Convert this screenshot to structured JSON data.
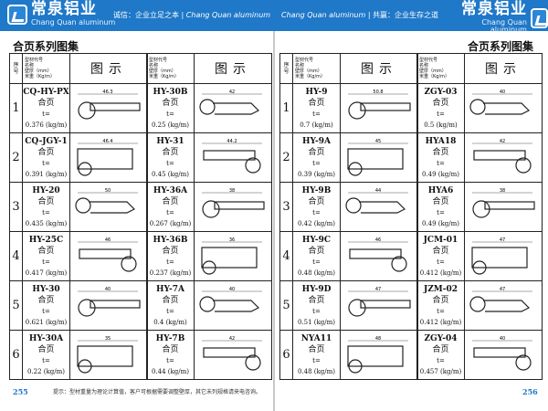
{
  "header": {
    "logo_cn": "常泉铝业",
    "logo_en": "Chang Quan aluminum",
    "slogan_left_cn": "诚信：企业立足之本",
    "slogan_left_en": "Chang Quan aluminum",
    "slogan_right_en": "Chang Quan aluminum",
    "slogan_right_cn": "共赢：企业生存之道"
  },
  "section_title": "合页系列图集",
  "columns": {
    "seq": "序号",
    "meta": [
      "型材代号",
      "名称",
      "壁厚（mm）",
      "米重（Kg/m）"
    ],
    "picture": "图示"
  },
  "weight_prefix": "t=",
  "pages": {
    "left_number": "255",
    "right_number": "256",
    "note": "提示：型材重量为理论计算值，客户可根据需要调整壁厚，其它未列规格请来电咨询。"
  },
  "left_tables": [
    {
      "rows": [
        {
          "num": "1",
          "code": "CQ-HY-PX",
          "name": "合页",
          "weight": "0.376 (kg/m)",
          "dim": "46.3"
        },
        {
          "num": "2",
          "code": "CQ-JGY-1",
          "name": "合页",
          "weight": "0.391 (kg/m)",
          "dim": "46.4"
        },
        {
          "num": "3",
          "code": "HY-20",
          "name": "合页",
          "weight": "0.435 (kg/m)",
          "dim": "50"
        },
        {
          "num": "4",
          "code": "HY-25C",
          "name": "合页",
          "weight": "0.417 (kg/m)",
          "dim": "46"
        },
        {
          "num": "5",
          "code": "HY-30",
          "name": "合页",
          "weight": "0.621 (kg/m)",
          "dim": "40"
        },
        {
          "num": "6",
          "code": "HY-30A",
          "name": "合页",
          "weight": "0.22 (kg/m)",
          "dim": "35"
        }
      ]
    },
    {
      "rows": [
        {
          "code": "HY-30B",
          "name": "合页",
          "weight": "0.25 (kg/m)",
          "dim": "42"
        },
        {
          "code": "HY-31",
          "name": "合页",
          "weight": "0.45 (kg/m)",
          "dim": "44.2"
        },
        {
          "code": "HY-36A",
          "name": "合页",
          "weight": "0.267 (kg/m)",
          "dim": "38"
        },
        {
          "code": "HY-36B",
          "name": "合页",
          "weight": "0.237 (kg/m)",
          "dim": "36"
        },
        {
          "code": "HY-7A",
          "name": "合页",
          "weight": "0.4 (kg/m)",
          "dim": "40"
        },
        {
          "code": "HY-7B",
          "name": "合页",
          "weight": "0.44 (kg/m)",
          "dim": "42"
        }
      ]
    }
  ],
  "right_tables": [
    {
      "rows": [
        {
          "num": "1",
          "code": "HY-9",
          "name": "合页",
          "weight": "0.7 (kg/m)",
          "dim": "50.8"
        },
        {
          "num": "2",
          "code": "HY-9A",
          "name": "合页",
          "weight": "0.39 (kg/m)",
          "dim": "45"
        },
        {
          "num": "3",
          "code": "HY-9B",
          "name": "合页",
          "weight": "0.42 (kg/m)",
          "dim": "44"
        },
        {
          "num": "4",
          "code": "HY-9C",
          "name": "合页",
          "weight": "0.48 (kg/m)",
          "dim": "46"
        },
        {
          "num": "5",
          "code": "HY-9D",
          "name": "合页",
          "weight": "0.51 (kg/m)",
          "dim": "47"
        },
        {
          "num": "6",
          "code": "NYA11",
          "name": "合页",
          "weight": "0.48 (kg/m)",
          "dim": "48"
        }
      ]
    },
    {
      "rows": [
        {
          "code": "ZGY-03",
          "name": "合页",
          "weight": "0.5 (kg/m)",
          "dim": "40"
        },
        {
          "code": "HYA18",
          "name": "合页",
          "weight": "0.49 (kg/m)",
          "dim": "42"
        },
        {
          "code": "HYA6",
          "name": "合页",
          "weight": "0.49 (kg/m)",
          "dim": "38"
        },
        {
          "code": "JCM-01",
          "name": "合页",
          "weight": "0.412 (kg/m)",
          "dim": "47"
        },
        {
          "code": "JZM-02",
          "name": "合页",
          "weight": "0.412 (kg/m)",
          "dim": "47"
        },
        {
          "code": "ZGY-04",
          "name": "合页",
          "weight": "0.457 (kg/m)",
          "dim": "40"
        }
      ]
    }
  ]
}
